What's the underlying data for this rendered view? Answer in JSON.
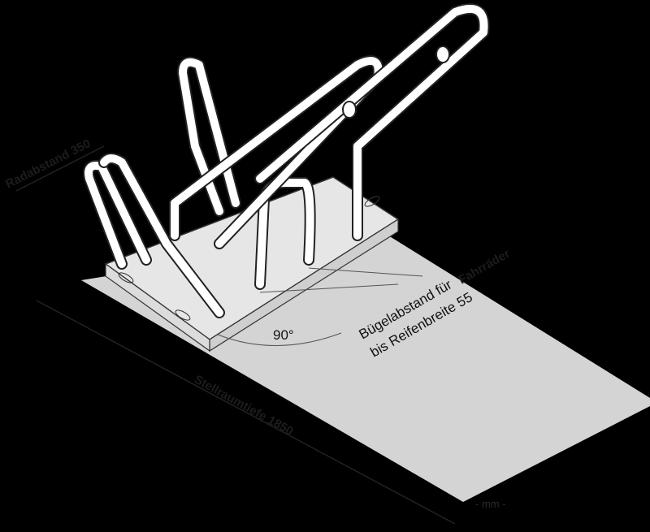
{
  "diagram": {
    "labels": {
      "wheel_spacing": "Radabstand 350",
      "depth": "Stellraumtiefe 1850",
      "bar_spacing_line1": "Bügelabstand für",
      "bar_spacing_hidden": "Fahrräder",
      "bar_spacing_line2": "bis Reifenbreite 55",
      "angle": "90°",
      "unit": "- mm -"
    },
    "colors": {
      "background": "#000000",
      "floor": "#d4d4d4",
      "plate": "#e4e4e4",
      "tube": "#ffffff",
      "outline": "#222222"
    }
  }
}
